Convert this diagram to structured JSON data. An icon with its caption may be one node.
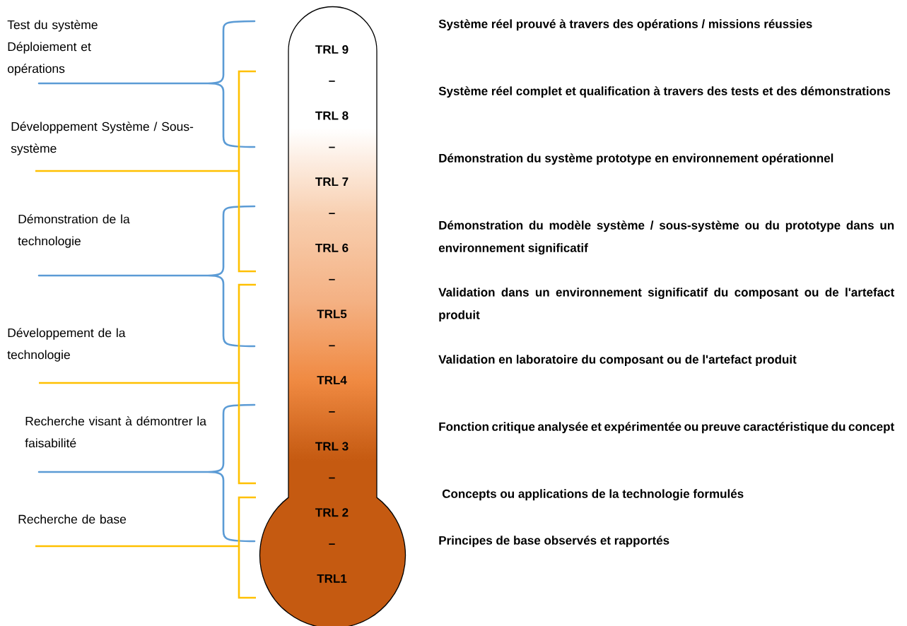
{
  "diagram": {
    "nodes": [
      {
        "text": [
          "TRL 9",
          "–",
          "TRL 8",
          "–",
          "TRL 7",
          "–",
          "TRL 6",
          "–",
          "TRL5",
          "–",
          "TRL4",
          "–",
          "TRL 3",
          "–",
          "TRL 2",
          "–",
          "TRL1"
        ]
      }
    ],
    "labels": [
      "Test du système Déploiement et opérations",
      "Développement Système / Sous-système",
      "Démonstration de la technologie",
      "Développement de la technologie",
      "Recherche visant à démontrer la faisabilité",
      "Recherche de base",
      "Système réel prouvé à travers des opérations / missions réussies",
      "Système réel complet et qualification à travers des tests et des démonstrations",
      "Démonstration du système prototype en environnement opérationnel",
      "Démonstration du modèle système / sous-système ou du prototype dans un environnement significatif",
      "Validation dans un environnement significatif du composant ou de l'artefact produit",
      "Validation en laboratoire du composant ou de l'artefact produit",
      "Fonction critique analysée et expérimentée ou preuve caractéristique du concept",
      "Concepts ou applications de la technologie formulés",
      "Principes de base observés et rapportés"
    ]
  }
}
